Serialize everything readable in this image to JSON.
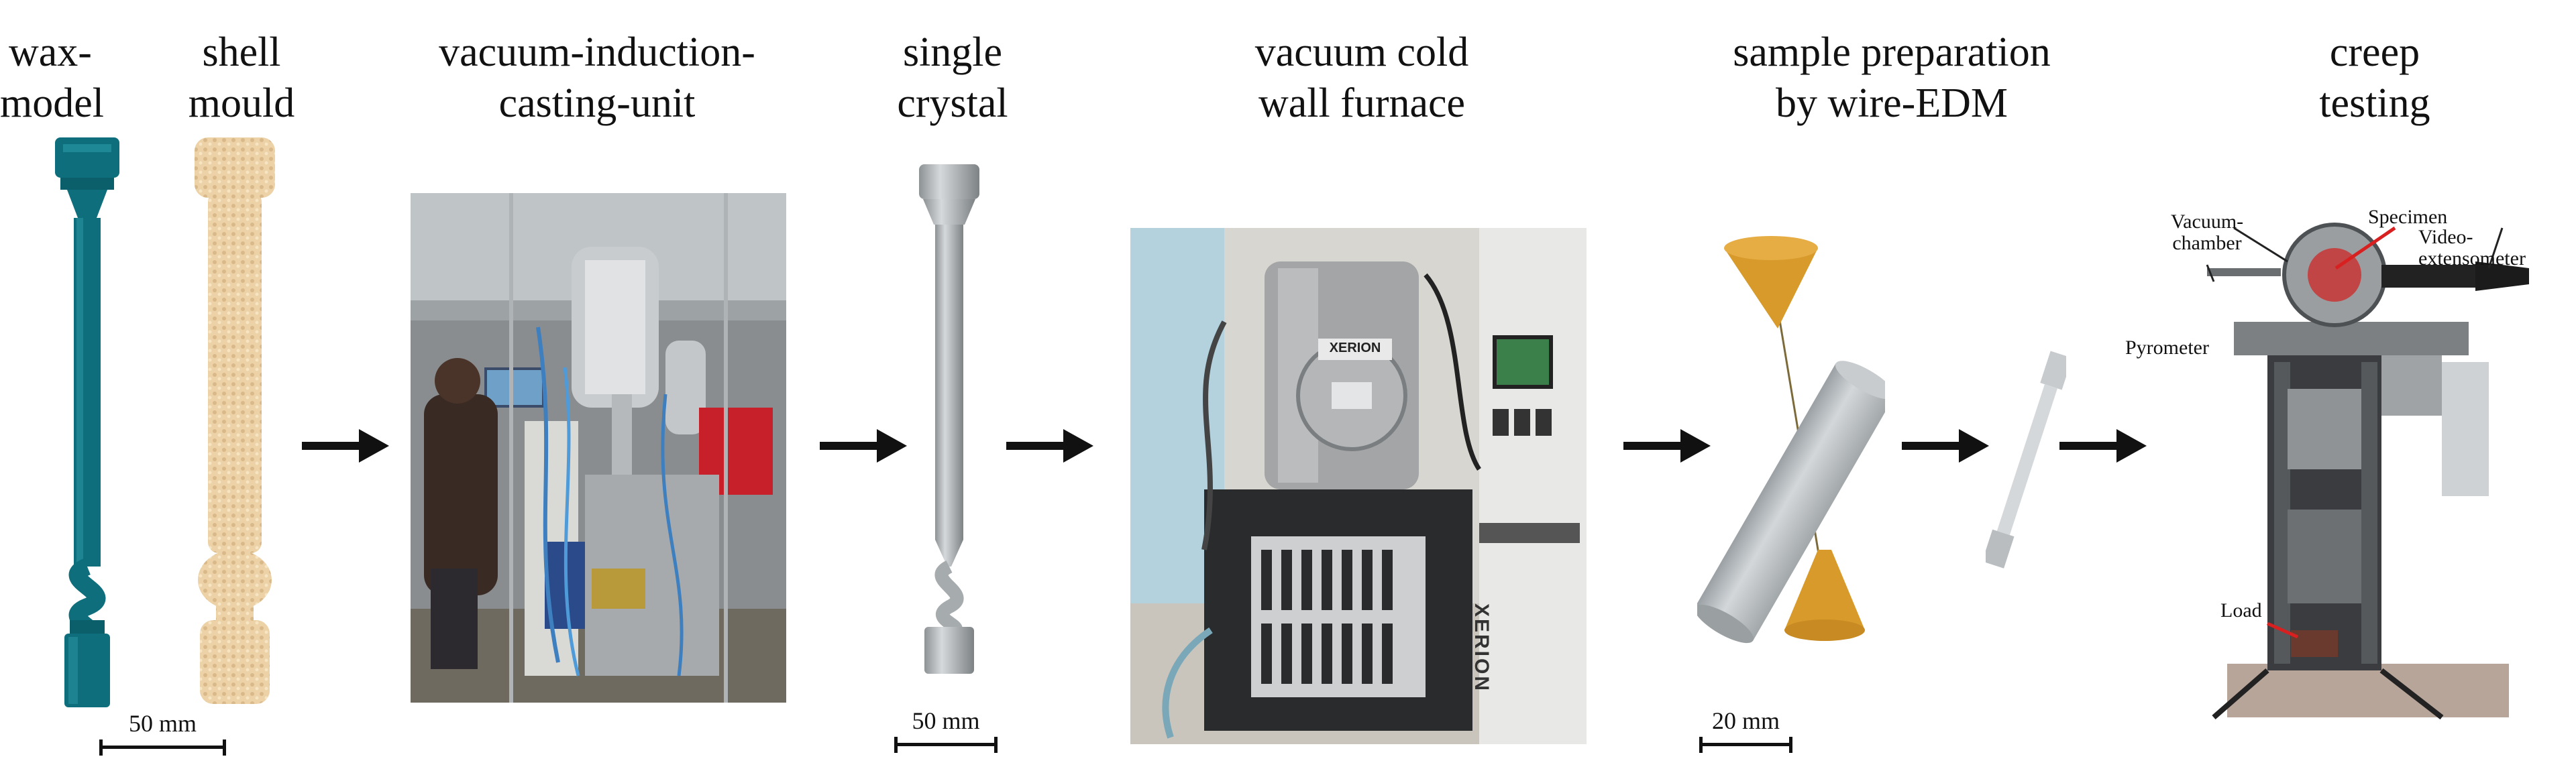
{
  "steps": [
    {
      "line1": "wax-",
      "line2": "model"
    },
    {
      "line1": "shell",
      "line2": "mould"
    },
    {
      "line1": "vacuum-induction-",
      "line2": "casting-unit"
    },
    {
      "line1": "single",
      "line2": "crystal"
    },
    {
      "line1": "vacuum cold",
      "line2": "wall furnace"
    },
    {
      "line1": "sample preparation",
      "line2": "by wire-EDM"
    },
    {
      "line1": "creep",
      "line2": "testing"
    }
  ],
  "scales": {
    "mould": "50 mm",
    "crystal": "50 mm",
    "edm": "20 mm"
  },
  "furnace_brand": "XERION",
  "furnace_brand_vertical": "XERION",
  "creep_annotations": {
    "vacuum_chamber_1": "Vacuum-",
    "vacuum_chamber_2": "chamber",
    "specimen": "Specimen",
    "video_1": "Video-",
    "video_2": "extensometer",
    "pyrometer": "Pyrometer",
    "load": "Load"
  },
  "colors": {
    "wax": "#0e6e7c",
    "shell": "#ecd2a6",
    "cone": "#d89a2a",
    "steel": "#b7bcc0"
  }
}
